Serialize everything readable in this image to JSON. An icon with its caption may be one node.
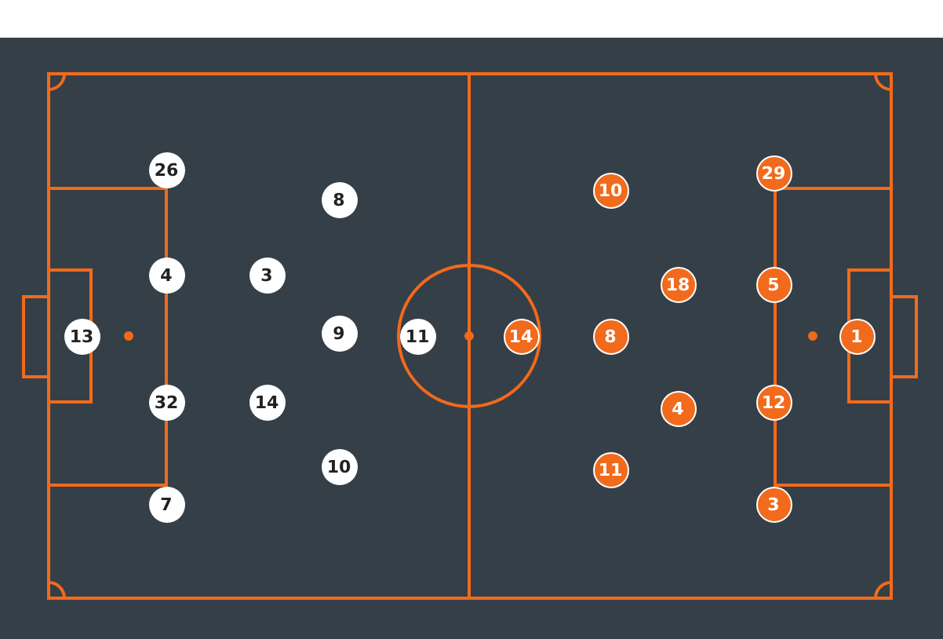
{
  "diagram": {
    "nodes": [
      {
        "text": [
          "13"
        ]
      },
      {
        "text": [
          "26"
        ]
      },
      {
        "text": [
          "4"
        ]
      },
      {
        "text": [
          "32"
        ]
      },
      {
        "text": [
          "7"
        ]
      },
      {
        "text": [
          "3"
        ]
      },
      {
        "text": [
          "14"
        ]
      },
      {
        "text": [
          "8"
        ]
      },
      {
        "text": [
          "9"
        ]
      },
      {
        "text": [
          "10"
        ]
      },
      {
        "text": [
          "11"
        ]
      },
      {
        "text": [
          "14"
        ]
      },
      {
        "text": [
          "10"
        ]
      },
      {
        "text": [
          "8"
        ]
      },
      {
        "text": [
          "11"
        ]
      },
      {
        "text": [
          "18"
        ]
      },
      {
        "text": [
          "4"
        ]
      },
      {
        "text": [
          "29"
        ]
      },
      {
        "text": [
          "5"
        ]
      },
      {
        "text": [
          "12"
        ]
      },
      {
        "text": [
          "3"
        ]
      },
      {
        "text": [
          "1"
        ]
      }
    ]
  }
}
